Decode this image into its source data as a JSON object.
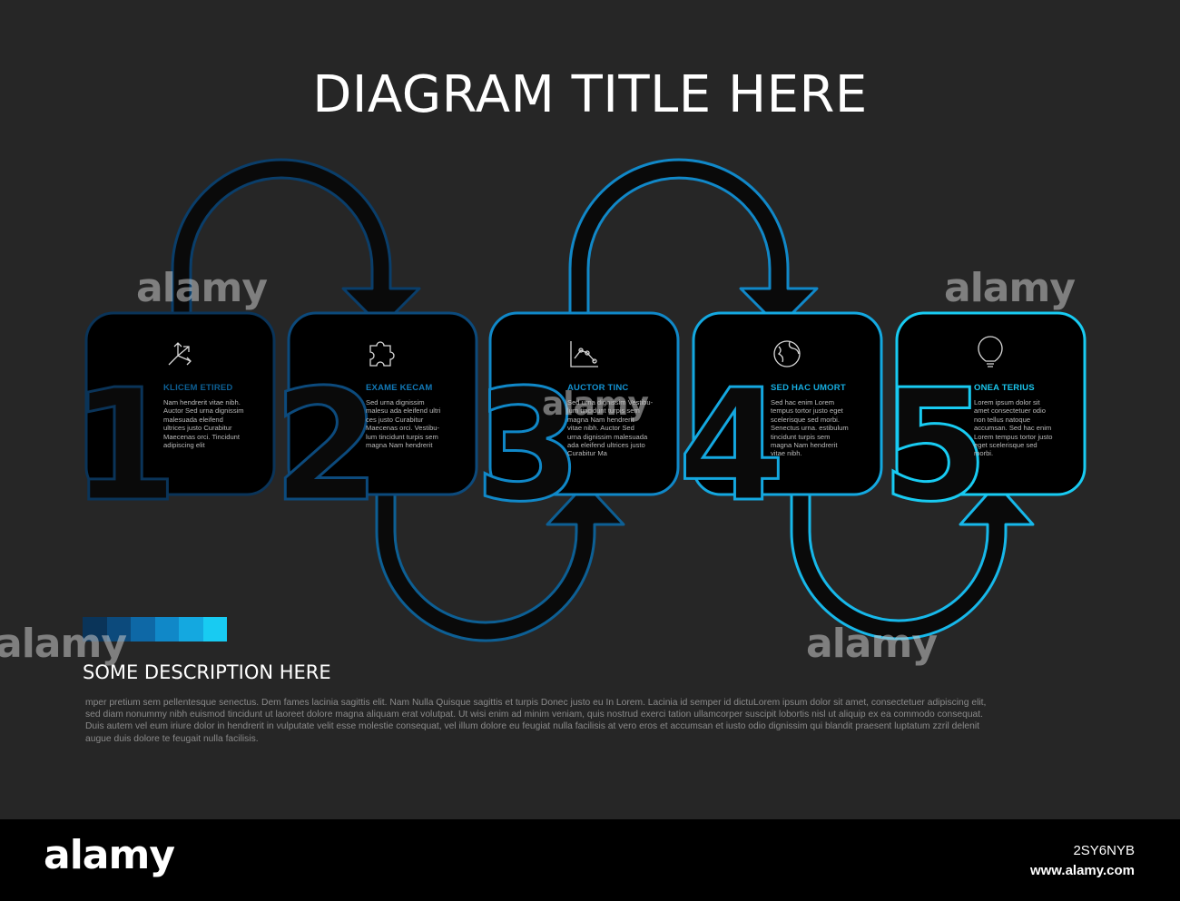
{
  "title": "DIAGRAM TITLE HERE",
  "colors": [
    "#0a3459",
    "#0c4a7c",
    "#0e68a6",
    "#1088c8",
    "#14a8e0",
    "#18cbf2"
  ],
  "steps": [
    {
      "number": "1",
      "title": "KLICEM ETIRED",
      "icon": "arrows-icon",
      "text": [
        "Nam hendrerit vitae nibh.",
        "Auctor Sed urna dignissim",
        "malesuada eleifend",
        "ultrices justo Curabitur",
        "Maecenas orci. Tincidunt",
        "adipiscing elit"
      ]
    },
    {
      "number": "2",
      "title": "EXAME KECAM",
      "icon": "puzzle-icon",
      "text": [
        "Sed urna dignissim",
        "malesu ada eleifend ultri",
        "ces justo Curabitur",
        "Maecenas orci. Vestibu-",
        "lum tincidunt turpis sem",
        "magna Nam hendrerit"
      ]
    },
    {
      "number": "3",
      "title": "AUCTOR TINC",
      "icon": "chart-icon",
      "text": [
        "Sed urna dignissim Vestibu-",
        "lum tincidunt turpis sem",
        "magna Nam hendrerit",
        "vitae nibh. Auctor Sed",
        "urna dignissim malesuada",
        "ada eleifend ultrices justo",
        "Curabitur Ma"
      ]
    },
    {
      "number": "4",
      "title": "SED HAC UMORT",
      "icon": "globe-icon",
      "text": [
        "Sed hac enim Lorem",
        "tempus tortor justo eget",
        "scelerisque sed morbi.",
        "Senectus urna. estibulum",
        "tincidunt turpis sem",
        "magna Nam hendrerit",
        "vitae nibh."
      ]
    },
    {
      "number": "5",
      "title": "ONEA TERIUS",
      "icon": "lightbulb-icon",
      "text": [
        "Lorem ipsum dolor sit",
        "amet consectetuer odio",
        "non tellus natoque",
        "accumsan. Sed hac enim",
        "Lorem tempus tortor justo",
        "eget scelerisque sed",
        "morbi."
      ]
    }
  ],
  "description": {
    "heading": "SOME DESCRIPTION HERE",
    "lines": [
      "mper pretium sem pellentesque senectus. Dem fames lacinia sagittis elit. Nam Nulla Quisque sagittis et turpis Donec justo eu In Lorem. Lacinia id semper id dictuLorem ipsum dolor sit amet, consectetuer adipiscing elit,",
      "sed diam nonummy nibh euismod tincidunt ut laoreet dolore magna aliquam erat volutpat. Ut wisi enim ad minim veniam, quis nostrud exerci tation ullamcorper suscipit lobortis nisl ut aliquip ex ea commodo consequat.",
      "Duis autem vel eum iriure dolor in hendrerit in vulputate velit esse molestie consequat, vel illum dolore eu feugiat nulla facilisis at vero eros et accumsan et iusto odio dignissim qui blandit praesent luptatum zzril delenit",
      "augue duis dolore te feugait nulla facilisis."
    ]
  },
  "watermark": {
    "brand": "alamy",
    "image_id": "2SY6NYB",
    "site": "www.alamy.com"
  }
}
